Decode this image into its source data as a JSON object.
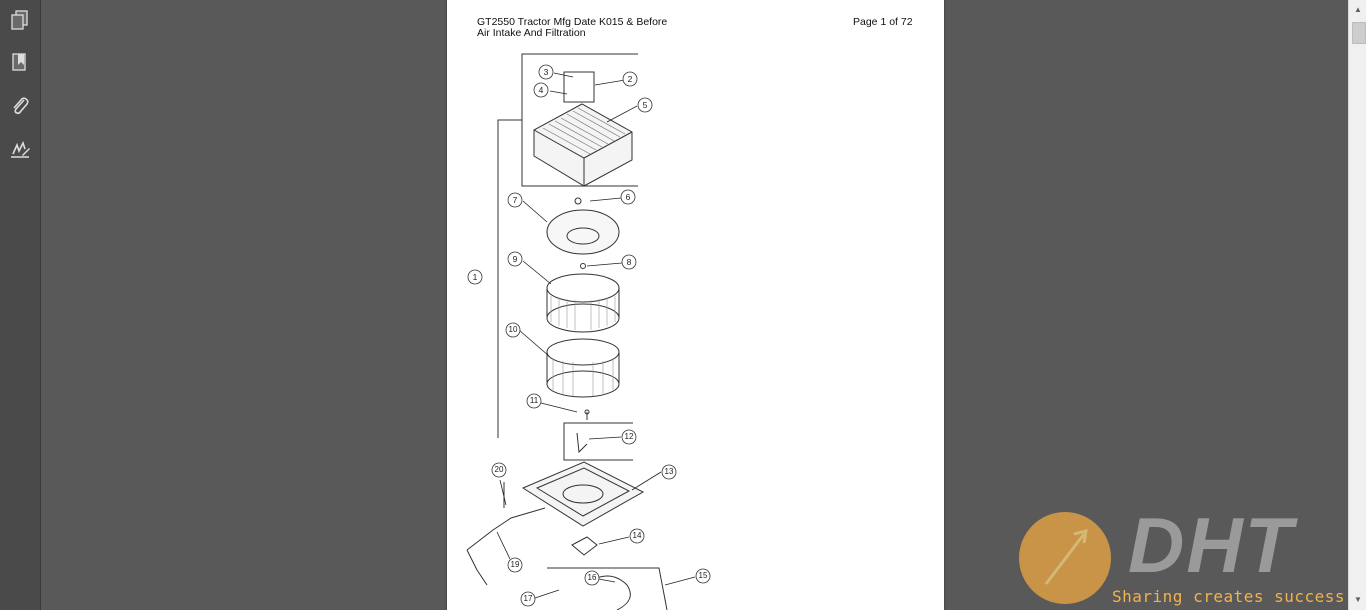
{
  "sidebar": {
    "tools": [
      {
        "name": "pages-icon"
      },
      {
        "name": "bookmarks-icon"
      },
      {
        "name": "attachments-icon"
      },
      {
        "name": "signatures-icon"
      }
    ]
  },
  "document": {
    "header_title": "GT2550 Tractor Mfg Date K015 & Before",
    "header_subtitle": "Air Intake And Filtration",
    "page_label": "Page 1 of 72",
    "callouts": [
      "1",
      "2",
      "3",
      "4",
      "5",
      "6",
      "7",
      "8",
      "9",
      "10",
      "11",
      "12",
      "13",
      "14",
      "15",
      "16",
      "17",
      "19",
      "20"
    ]
  },
  "watermark": {
    "logo_text": "DHT",
    "tagline": "Sharing creates success"
  },
  "colors": {
    "background": "#595959",
    "page": "#ffffff",
    "watermark_orange": "#f2b24c"
  }
}
